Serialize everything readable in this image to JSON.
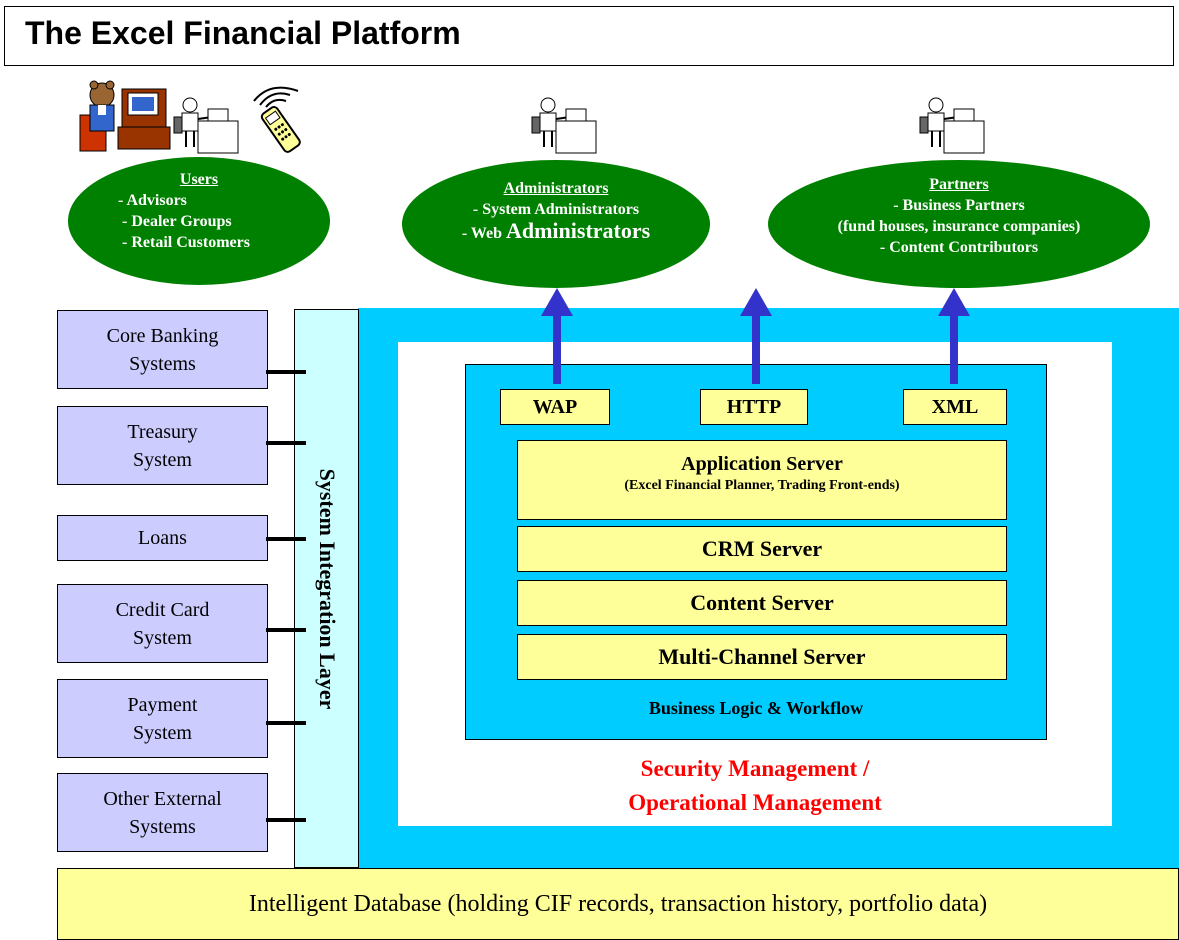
{
  "title": "The Excel Financial Platform",
  "user_groups": {
    "users": {
      "heading": "Users",
      "lines": [
        "- Advisors",
        "- Dealer Groups",
        "- Retail Customers"
      ]
    },
    "administrators": {
      "heading": "Administrators",
      "line1": "- System Administrators",
      "line2_prefix": "- Web ",
      "line2_big": "Administrators"
    },
    "partners": {
      "heading": "Partners",
      "line1": "- Business Partners",
      "line2": "(fund houses, insurance companies)",
      "line3": "- Content Contributors"
    }
  },
  "protocols": [
    "WAP",
    "HTTP",
    "XML"
  ],
  "servers": {
    "application": {
      "title": "Application Server",
      "subtitle": "(Excel Financial Planner, Trading Front-ends)"
    },
    "crm": "CRM Server",
    "content": "Content Server",
    "multichannel": "Multi-Channel Server"
  },
  "business_logic_label": "Business Logic & Workflow",
  "security_label_line1": "Security Management /",
  "security_label_line2": "Operational Management",
  "integration_layer": "System Integration Layer",
  "external_systems": [
    [
      "Core Banking",
      "Systems"
    ],
    [
      "Treasury",
      "System"
    ],
    [
      "Loans"
    ],
    [
      "Credit Card",
      "System"
    ],
    [
      "Payment",
      "System"
    ],
    [
      "Other External",
      "Systems"
    ]
  ],
  "database": "Intelligent Database (holding CIF records, transaction history, portfolio data)",
  "colors": {
    "ellipse_green": "#008000",
    "cyan": "#00ccff",
    "light_cyan": "#ccffff",
    "server_yellow": "#ffff99",
    "external_lavender": "#ccccff",
    "arrow_blue": "#3333cc",
    "security_red": "#ff0000"
  },
  "icons": [
    "user-workstation-icon",
    "mobile-phone-icon",
    "bear-at-desk-icon"
  ]
}
